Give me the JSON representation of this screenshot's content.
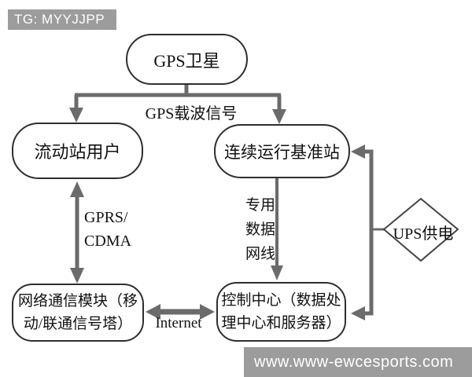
{
  "banners": {
    "top": "TG: MYYJJPP",
    "bottom": "www.www-ewcesports.com"
  },
  "nodes": {
    "gps_satellite": "GPS卫星",
    "rover_user": "流动站用户",
    "cors_station": "连续运行基准站",
    "network_module": "网络通信模块（移\n动/联通信号塔）",
    "control_center": "控制中心（数据处\n理中心和服务器）",
    "ups_power": "UPS供电"
  },
  "edge_labels": {
    "gps_carrier_signal": "GPS载波信号",
    "gprs_cdma": "GPRS/\nCDMA",
    "dedicated_data_line": "专用\n数据\n网线",
    "internet": "Internet"
  },
  "colors": {
    "banner_bg": "#9c9c9c",
    "banner_text": "#ffffff",
    "wire": "#6b6b6b",
    "node_border": "#2e2e2e",
    "text": "#111111",
    "background": "#ffffff"
  }
}
